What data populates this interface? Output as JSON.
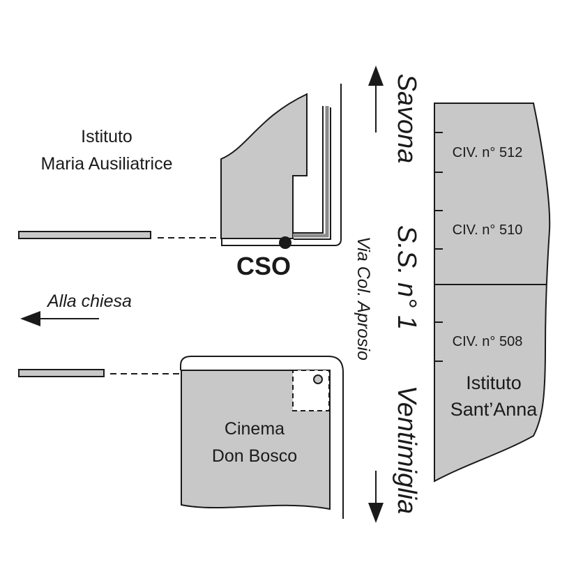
{
  "map": {
    "colors": {
      "building_fill": "#c8c8c8",
      "stroke": "#1a1a1a",
      "background": "#ffffff"
    },
    "labels": {
      "istituto_maria_line1": "Istituto",
      "istituto_maria_line2": "Maria Ausiliatrice",
      "cso": "CSO",
      "alla_chiesa": "Alla chiesa",
      "cinema_line1": "Cinema",
      "cinema_line2": "Don Bosco",
      "savona": "Savona",
      "ss1": "S.S. n° 1",
      "via_col_aprosio": "Via Col. Aprosio",
      "ventimiglia": "Ventimiglia",
      "civ_512": "CIV. n° 512",
      "civ_510": "CIV. n° 510",
      "civ_508": "CIV. n° 508",
      "santanna_line1": "Istituto",
      "santanna_line2": "Sant’Anna"
    },
    "icons": [
      "arrow-up-icon",
      "arrow-down-icon",
      "arrow-left-icon",
      "location-dot-icon"
    ]
  }
}
